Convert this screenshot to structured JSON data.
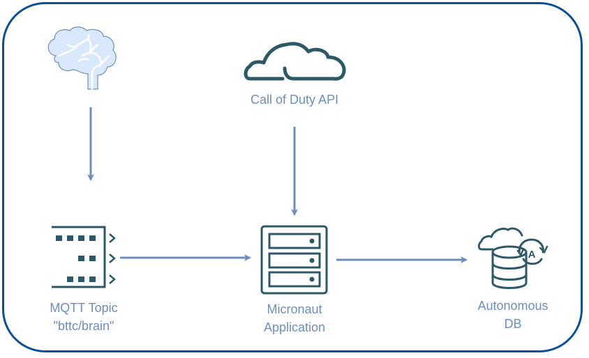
{
  "diagram": {
    "colors": {
      "border": "#0b4f9c",
      "arrow": "#6c8ebf",
      "icon_dark": "#2d5967",
      "brain_fill": "#dae8fc",
      "brain_stroke": "#6c8ebf",
      "label_text": "#6c8ebf"
    },
    "nodes": [
      {
        "id": "brain",
        "icon": "brain-icon",
        "label": ""
      },
      {
        "id": "cod-api",
        "icon": "cloud-icon",
        "label": "Call of Duty API"
      },
      {
        "id": "mqtt",
        "icon": "stream-topic-icon",
        "label_lines": [
          "MQTT Topic",
          "\"bttc/brain\""
        ]
      },
      {
        "id": "micronaut",
        "icon": "server-icon",
        "label_lines": [
          "Micronaut",
          "Application"
        ]
      },
      {
        "id": "adb",
        "icon": "autonomous-db-icon",
        "label_lines": [
          "Autonomous",
          "DB"
        ]
      }
    ],
    "edges": [
      {
        "from": "brain",
        "to": "mqtt"
      },
      {
        "from": "cod-api",
        "to": "micronaut"
      },
      {
        "from": "mqtt",
        "to": "micronaut"
      },
      {
        "from": "micronaut",
        "to": "adb"
      }
    ]
  }
}
